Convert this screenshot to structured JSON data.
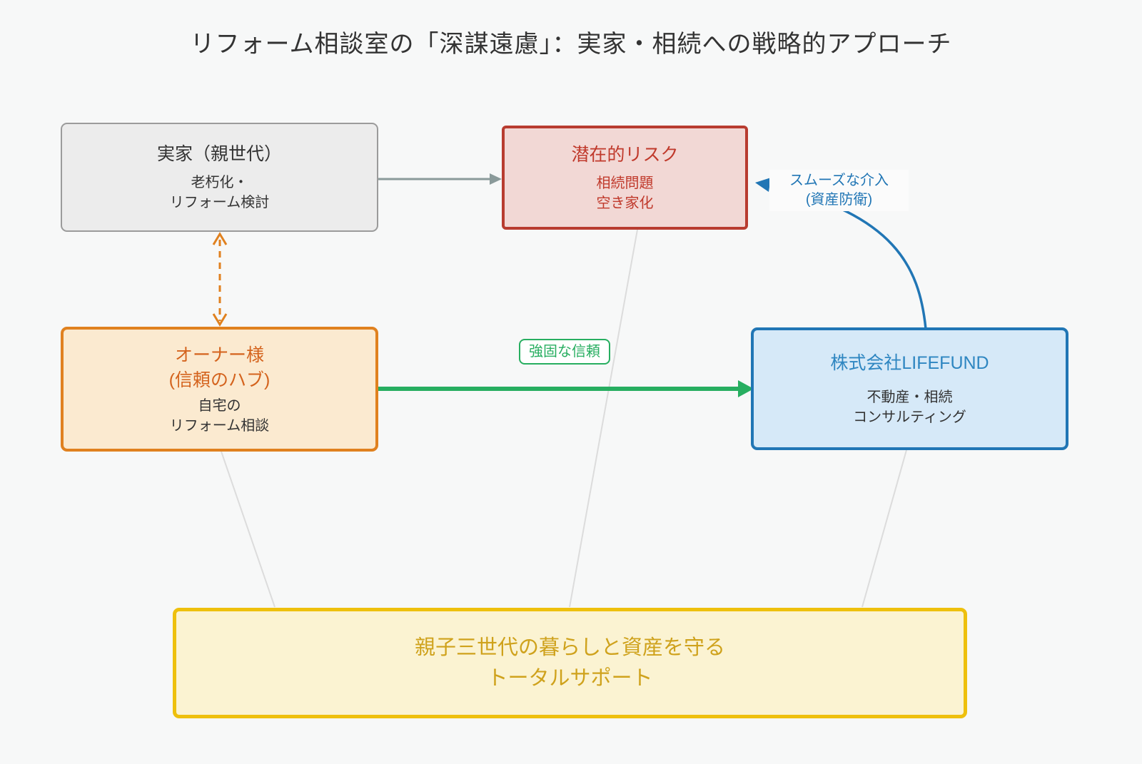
{
  "title": "リフォーム相談室の「深謀遠慮」：実家・相続への戦略的アプローチ",
  "nodes": {
    "parents_home": {
      "title": "実家（親世代）",
      "sub1": "老朽化・",
      "sub2": "リフォーム検討"
    },
    "risk": {
      "title": "潜在的リスク",
      "sub1": "相続問題",
      "sub2": "空き家化"
    },
    "owner": {
      "title1": "オーナー様",
      "title2": "(信頼のハブ)",
      "sub1": "自宅の",
      "sub2": "リフォーム相談"
    },
    "lifefund": {
      "title": "株式会社LIFEFUND",
      "sub1": "不動産・相続",
      "sub2": "コンサルティング"
    },
    "support": {
      "line1": "親子三世代の暮らしと資産を守る",
      "line2": "トータルサポート"
    }
  },
  "edge_labels": {
    "trust": "強固な信頼",
    "intervention1": "スムーズな介入",
    "intervention2": "(資産防衛)"
  },
  "colors": {
    "background": "#f7f8f8",
    "gray_border": "#9b9b9b",
    "gray_fill": "#ececec",
    "red_border": "#b83c30",
    "red_fill": "#f2d8d5",
    "red_text": "#c0392b",
    "orange_border": "#e0811f",
    "orange_fill": "#fbead0",
    "orange_text": "#d4631d",
    "blue_border": "#2176b5",
    "blue_fill": "#d6e9f8",
    "blue_text": "#2e86c1",
    "yellow_border": "#eec00d",
    "yellow_fill": "#fbf3d2",
    "yellow_text": "#cfa21c",
    "green_arrow": "#27ae60",
    "gray_arrow": "#8a9a9a",
    "faint_line": "#dcdcdc",
    "dark_text": "#333333"
  }
}
